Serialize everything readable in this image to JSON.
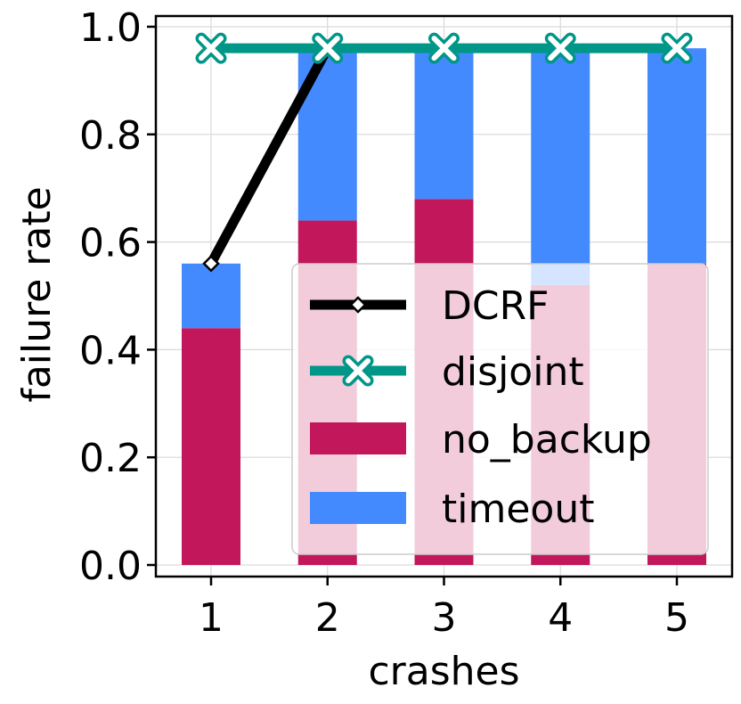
{
  "chart_data": {
    "type": "bar",
    "title": "",
    "xlabel": "crashes",
    "ylabel": "failure rate",
    "categories": [
      "1",
      "2",
      "3",
      "4",
      "5"
    ],
    "ylim": [
      0.0,
      1.0
    ],
    "yticks": [
      "0.0",
      "0.2",
      "0.4",
      "0.6",
      "0.8",
      "1.0"
    ],
    "grid": true,
    "stacked_bars": [
      {
        "name": "no_backup",
        "color": "#c2185b",
        "values": [
          0.44,
          0.64,
          0.68,
          0.52,
          0.56
        ]
      },
      {
        "name": "timeout",
        "color": "#448aff",
        "values": [
          0.12,
          0.32,
          0.28,
          0.44,
          0.4
        ]
      }
    ],
    "lines": [
      {
        "name": "DCRF",
        "color": "#000000",
        "marker": "diamond",
        "values": [
          0.56,
          0.96,
          null,
          null,
          null
        ]
      },
      {
        "name": "disjoint",
        "color": "#009688",
        "marker": "x",
        "values": [
          0.96,
          0.96,
          0.96,
          0.96,
          0.96
        ]
      }
    ],
    "legend": {
      "position": "lower-right",
      "entries": [
        "DCRF",
        "disjoint",
        "no_backup",
        "timeout"
      ]
    }
  }
}
